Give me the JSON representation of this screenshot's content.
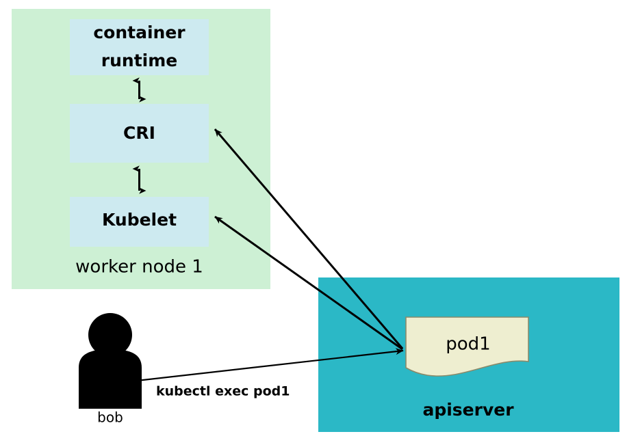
{
  "diagram": {
    "title_text_present": false,
    "colors": {
      "background": "#ffffff",
      "worker_node_fill": "#cdf0d4",
      "component_box_fill": "#cdeaf0",
      "apiserver_fill": "#2bb8c6",
      "pod_note_fill": "#eeeed0",
      "pod_note_stroke": "#8a8a6a",
      "line": "#000000",
      "text": "#000000"
    },
    "worker_node": {
      "label": "worker node 1",
      "components": [
        {
          "id": "container-runtime",
          "label_line1": "container",
          "label_line2": "runtime"
        },
        {
          "id": "cri",
          "label": "CRI"
        },
        {
          "id": "kubelet",
          "label": "Kubelet"
        }
      ],
      "internal_links": [
        {
          "from": "container-runtime",
          "to": "cri",
          "style": "double-arrow"
        },
        {
          "from": "cri",
          "to": "kubelet",
          "style": "double-arrow"
        }
      ]
    },
    "apiserver": {
      "label": "apiserver",
      "pod": {
        "label": "pod1",
        "shape": "note-wavy-bottom"
      }
    },
    "actor": {
      "name": "bob",
      "icon": "person-silhouette"
    },
    "connections": [
      {
        "id": "bob-to-pod1",
        "from": "bob",
        "to": "pod1",
        "label": "kubectl exec pod1",
        "arrowhead": "to"
      },
      {
        "id": "pod1-to-cri",
        "from": "pod1",
        "to": "cri",
        "label": "",
        "arrowhead": "to"
      },
      {
        "id": "pod1-to-kubelet",
        "from": "pod1",
        "to": "kubelet",
        "label": "",
        "arrowhead": "to"
      }
    ]
  }
}
